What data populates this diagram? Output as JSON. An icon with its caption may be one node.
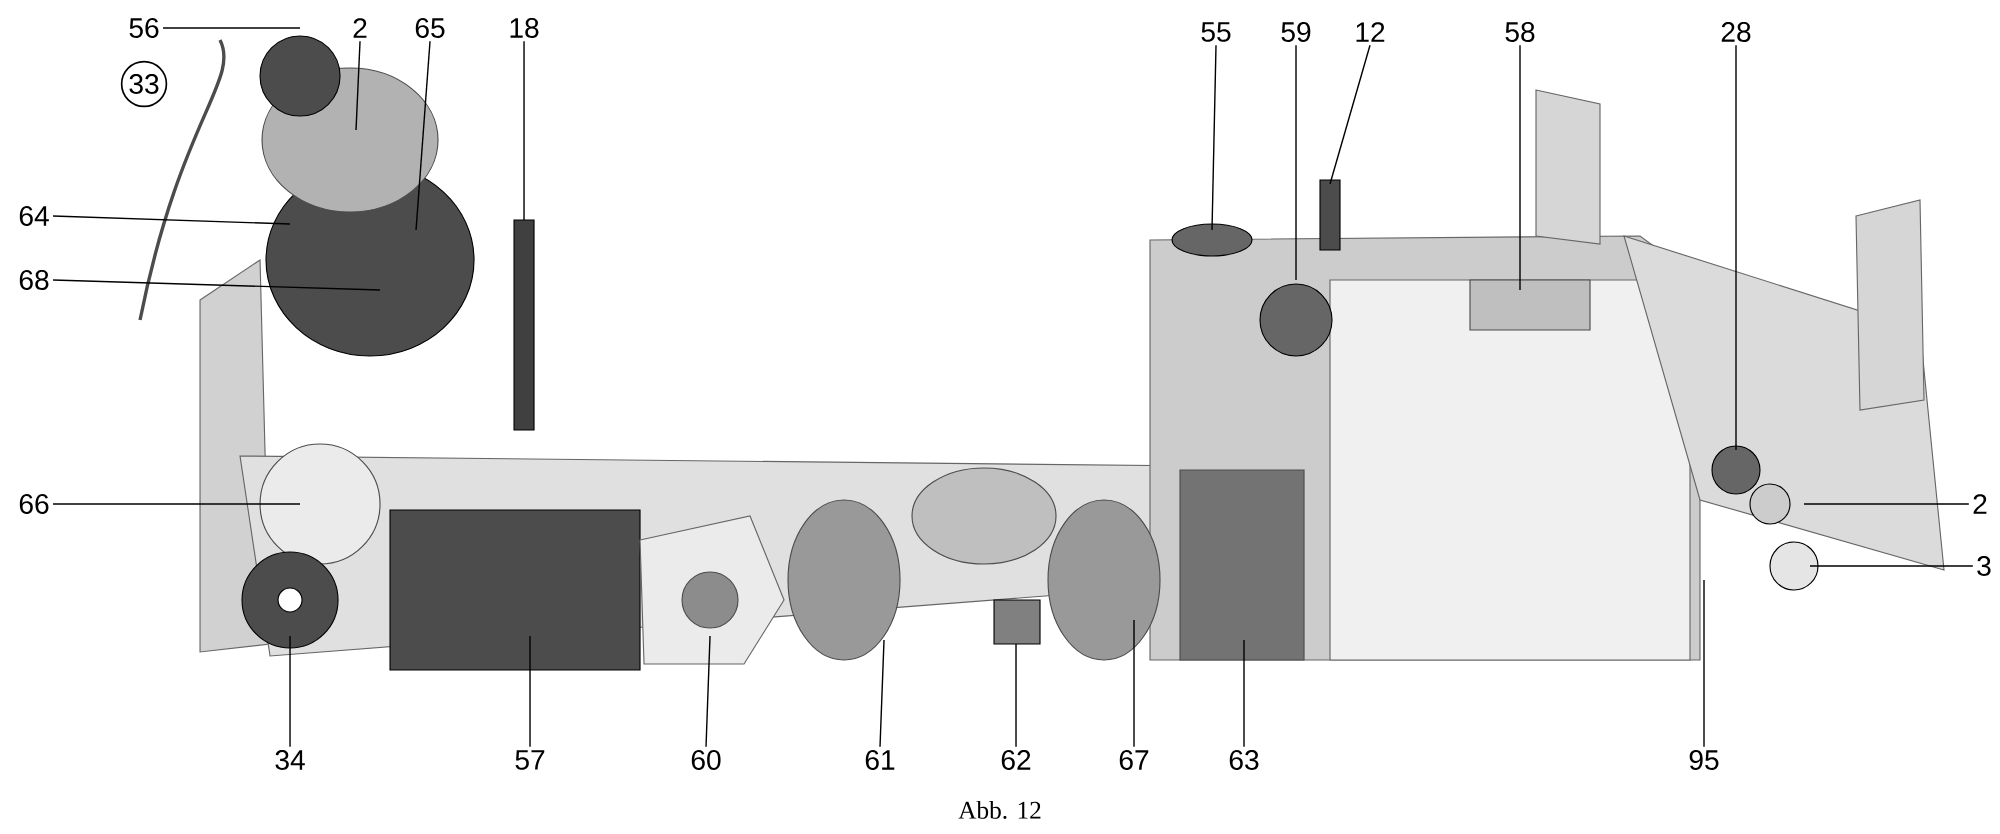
{
  "diagram": {
    "caption": "Abb. 12",
    "nodes": [
      {
        "text": [
          "56"
        ]
      },
      {
        "text": [
          "2"
        ]
      },
      {
        "text": [
          "65"
        ]
      },
      {
        "text": [
          "18"
        ]
      },
      {
        "text": [
          "55"
        ]
      },
      {
        "text": [
          "59"
        ]
      },
      {
        "text": [
          "12"
        ]
      },
      {
        "text": [
          "58"
        ]
      },
      {
        "text": [
          "28"
        ]
      },
      {
        "text": [
          "64"
        ]
      },
      {
        "text": [
          "68"
        ]
      },
      {
        "text": [
          "66"
        ]
      },
      {
        "text": [
          "2"
        ]
      },
      {
        "text": [
          "3"
        ]
      },
      {
        "text": [
          "34"
        ]
      },
      {
        "text": [
          "57"
        ]
      },
      {
        "text": [
          "60"
        ]
      },
      {
        "text": [
          "61"
        ]
      },
      {
        "text": [
          "62"
        ]
      },
      {
        "text": [
          "67"
        ]
      },
      {
        "text": [
          "63"
        ]
      },
      {
        "text": [
          "95"
        ]
      }
    ],
    "edges": [
      {
        "from": 0,
        "to": null,
        "arrow": "none"
      },
      {
        "from": 1,
        "to": null,
        "arrow": "none"
      },
      {
        "from": 2,
        "to": null,
        "arrow": "none"
      },
      {
        "from": 3,
        "to": null,
        "arrow": "none"
      },
      {
        "from": 4,
        "to": null,
        "arrow": "none"
      },
      {
        "from": 5,
        "to": null,
        "arrow": "none"
      },
      {
        "from": 6,
        "to": null,
        "arrow": "none"
      },
      {
        "from": 7,
        "to": null,
        "arrow": "none"
      },
      {
        "from": 8,
        "to": null,
        "arrow": "none"
      },
      {
        "from": 9,
        "to": null,
        "arrow": "none"
      },
      {
        "from": 10,
        "to": null,
        "arrow": "none"
      },
      {
        "from": 11,
        "to": null,
        "arrow": "none"
      },
      {
        "from": 12,
        "to": null,
        "arrow": "none"
      },
      {
        "from": 13,
        "to": null,
        "arrow": "none"
      },
      {
        "from": 14,
        "to": null,
        "arrow": "none"
      },
      {
        "from": 15,
        "to": null,
        "arrow": "none"
      },
      {
        "from": 16,
        "to": null,
        "arrow": "none"
      },
      {
        "from": 17,
        "to": null,
        "arrow": "none"
      },
      {
        "from": 18,
        "to": null,
        "arrow": "none"
      },
      {
        "from": 19,
        "to": null,
        "arrow": "none"
      },
      {
        "from": 20,
        "to": null,
        "arrow": "none"
      },
      {
        "from": 21,
        "to": null,
        "arrow": "none"
      }
    ],
    "labels": [
      "33"
    ]
  }
}
